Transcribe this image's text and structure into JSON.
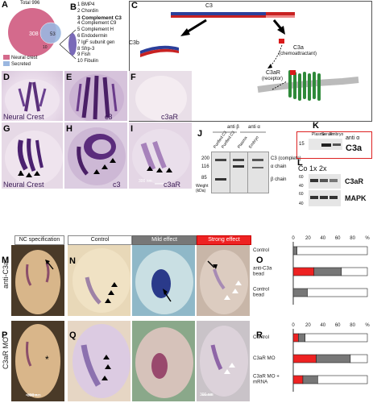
{
  "panel_labels": [
    "A",
    "B",
    "C",
    "D",
    "E",
    "F",
    "G",
    "H",
    "I",
    "J",
    "K",
    "L",
    "M",
    "N",
    "O",
    "P",
    "Q",
    "R"
  ],
  "venn": {
    "total": "Total 996",
    "left_count": "308",
    "right_count": "53",
    "overlap_count": "10",
    "legend": [
      {
        "label": "Neural crest",
        "color": "#d46a8c"
      },
      {
        "label": "Secreted",
        "color": "#9ab7e0"
      }
    ]
  },
  "gene_list": [
    "1 BMP4",
    "2 Chordin",
    "3 Complement C3",
    "4 Complement C9",
    "5 Complement H",
    "6 Endodermin",
    "7 IgF subunit gen",
    "8 Sfrp-3",
    "9 Fish",
    "10 Fibulin"
  ],
  "schematic": {
    "c3": "C3",
    "c3b": "C3b",
    "c3a": "C3a",
    "c3a_sub": "(chemoattractant)",
    "c3ar": "C3aR",
    "c3ar_sub": "(receptor)"
  },
  "photo_captions": {
    "d": "Neural Crest",
    "e": "c3",
    "f": "c3aR",
    "g": "Neural Crest",
    "h": "c3",
    "i": "c3aR",
    "scale_i": "300 nm"
  },
  "western_j": {
    "header_left": "anti β",
    "header_right": "anti α",
    "lanes": [
      "Purified C3",
      "Purified C3",
      "Plasma",
      "Embryo"
    ],
    "markers": [
      "200",
      "116",
      "85"
    ],
    "weight_label": "Weight (kDa)",
    "bands": [
      "C3 (complete)",
      "α chain",
      "β chain"
    ]
  },
  "western_k": {
    "lanes": [
      "Plasma",
      "Serum",
      "Embryo"
    ],
    "marker": "15",
    "antibody": "anti α",
    "band": "C3a"
  },
  "western_l": {
    "lanes": "Co  1x  2x",
    "rows": [
      "C3aR",
      "MAPK"
    ],
    "markers": [
      "60",
      "40",
      "60",
      "40"
    ]
  },
  "row_m": {
    "side_label": "anti-C3a",
    "headers": [
      {
        "label": "NC specification",
        "bg": "#ffffff",
        "fg": "#000000"
      },
      {
        "label": "Control",
        "bg": "#ffffff",
        "fg": "#000000"
      },
      {
        "label": "Mild effect",
        "bg": "#777777",
        "fg": "#ffffff"
      },
      {
        "label": "Strong effect",
        "bg": "#ee2222",
        "fg": "#ffffff"
      }
    ]
  },
  "row_p": {
    "side_label": "C3aR MO",
    "scale_p": "300 nm",
    "scale_q": "300 nm"
  },
  "chart_data": [
    {
      "type": "bar",
      "title": "",
      "xlabel": "",
      "ylabel": "%",
      "xlim": [
        0,
        100
      ],
      "ticks": [
        "0",
        "20",
        "40",
        "60",
        "80",
        "%"
      ],
      "categories": [
        "Control",
        "anti-C3a bead",
        "Control bead"
      ],
      "series": [
        {
          "name": "Strong effect",
          "color": "#ee2222",
          "values": [
            0,
            28,
            0
          ]
        },
        {
          "name": "Mild effect",
          "color": "#777777",
          "values": [
            5,
            37,
            19
          ]
        },
        {
          "name": "Control",
          "color": "#ffffff",
          "values": [
            95,
            35,
            81
          ]
        }
      ]
    },
    {
      "type": "bar",
      "title": "",
      "xlabel": "",
      "ylabel": "%",
      "xlim": [
        0,
        100
      ],
      "ticks": [
        "0",
        "20",
        "40",
        "60",
        "80",
        "%"
      ],
      "categories": [
        "Control",
        "C3aR MO",
        "C3aR MO + mRNA"
      ],
      "series": [
        {
          "name": "Strong effect",
          "color": "#ee2222",
          "values": [
            7,
            31,
            13
          ]
        },
        {
          "name": "Mild effect",
          "color": "#777777",
          "values": [
            9,
            46,
            20
          ]
        },
        {
          "name": "Control",
          "color": "#ffffff",
          "values": [
            84,
            23,
            67
          ]
        }
      ]
    }
  ]
}
